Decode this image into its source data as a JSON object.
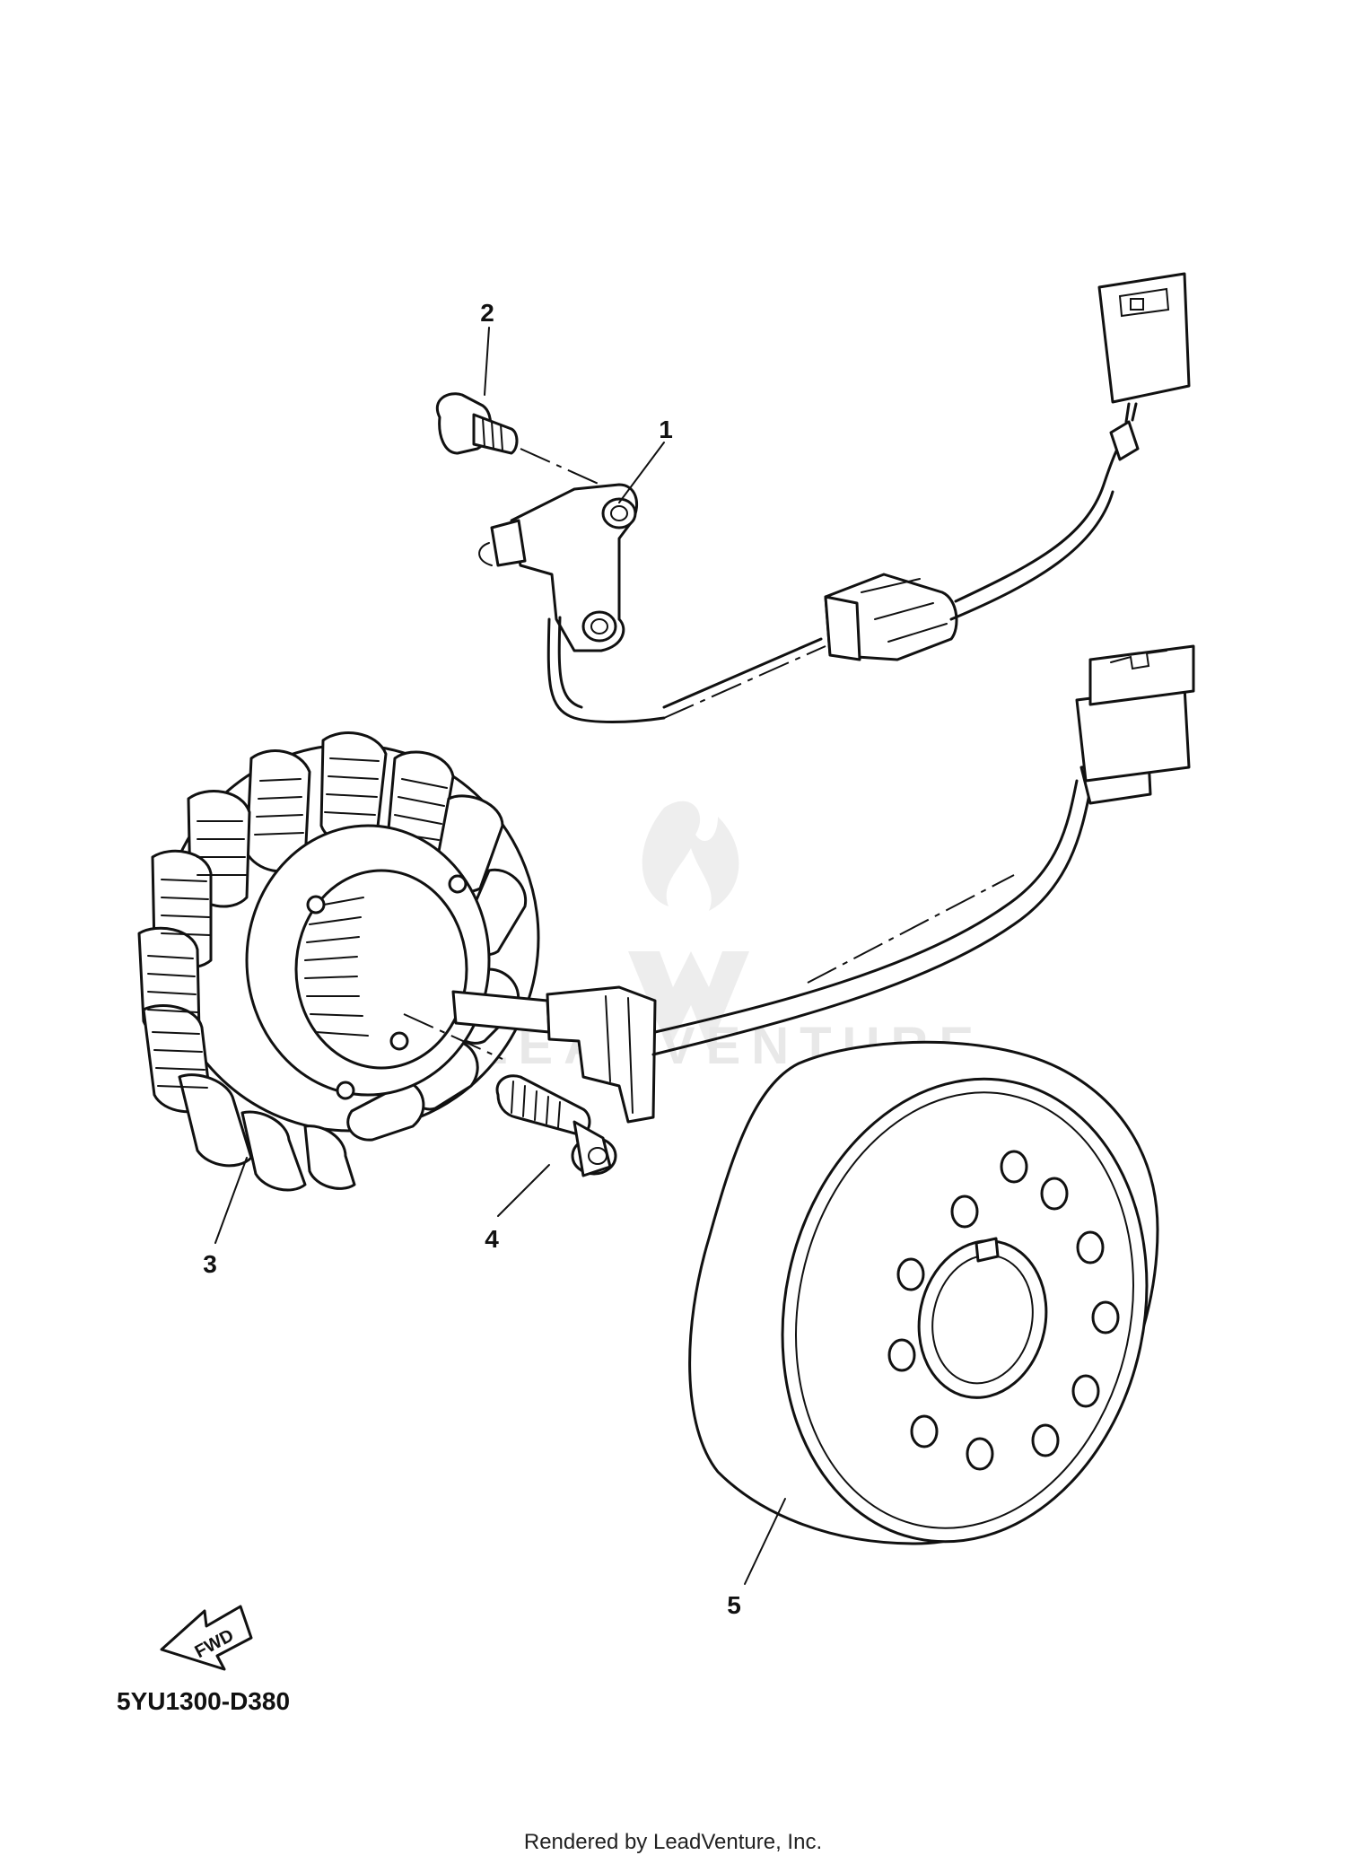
{
  "watermark": {
    "text": "LEADVENTURE"
  },
  "diagram": {
    "code": "5YU1300-D380",
    "credit": "Rendered by LeadVenture, Inc.",
    "fwd_label": "FWD",
    "callouts": [
      {
        "id": "1",
        "label": "1"
      },
      {
        "id": "2",
        "label": "2"
      },
      {
        "id": "3",
        "label": "3"
      },
      {
        "id": "4",
        "label": "4"
      },
      {
        "id": "5",
        "label": "5"
      }
    ]
  }
}
